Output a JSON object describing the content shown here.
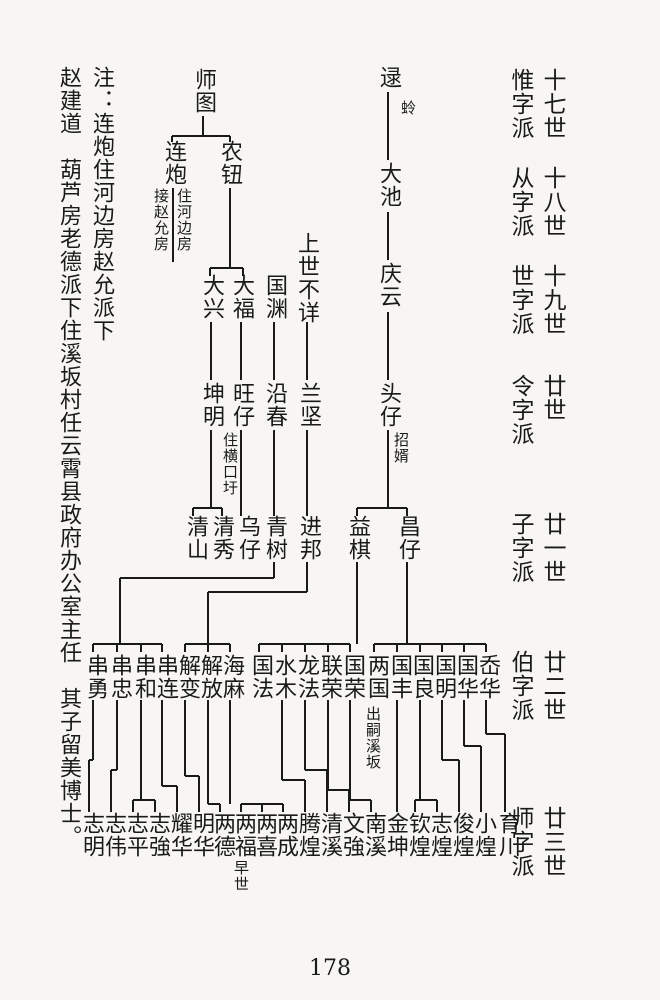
{
  "generations": [
    {
      "id": "g17",
      "gen": "十七世",
      "pai": "惟字派"
    },
    {
      "id": "g18",
      "gen": "十八世",
      "pai": "从字派"
    },
    {
      "id": "g19",
      "gen": "十九世",
      "pai": "世字派"
    },
    {
      "id": "g20",
      "gen": "廿世",
      "pai": "令字派"
    },
    {
      "id": "g21",
      "gen": "廿一世",
      "pai": "子字派"
    },
    {
      "id": "g22",
      "gen": "廿二世",
      "pai": "伯字派"
    },
    {
      "id": "g23",
      "gen": "廿三世",
      "pai": "师字派"
    }
  ],
  "persons": [
    {
      "id": "shitu",
      "text": "师图"
    },
    {
      "id": "lianpao",
      "text": "连炮"
    },
    {
      "id": "nongniu",
      "text": "农钮"
    },
    {
      "id": "lu",
      "text": "逯"
    },
    {
      "id": "dachi",
      "text": "大池"
    },
    {
      "id": "qingyun",
      "text": "庆云"
    },
    {
      "id": "shangshi",
      "text": "上世不详"
    },
    {
      "id": "daxing",
      "text": "大兴"
    },
    {
      "id": "dafu",
      "text": "大福"
    },
    {
      "id": "guoyuan",
      "text": "国渊"
    },
    {
      "id": "kunming",
      "text": "坤明"
    },
    {
      "id": "wangzai",
      "text": "旺仔"
    },
    {
      "id": "yanchun",
      "text": "沿春"
    },
    {
      "id": "lanjian",
      "text": "兰坚"
    },
    {
      "id": "touzai",
      "text": "头仔"
    },
    {
      "id": "qingshan",
      "text": "清山"
    },
    {
      "id": "qingxiu",
      "text": "清秀"
    },
    {
      "id": "wuzai",
      "text": "乌仔"
    },
    {
      "id": "qingshu",
      "text": "青树"
    },
    {
      "id": "jinbang",
      "text": "进邦"
    },
    {
      "id": "yiqi",
      "text": "益棋"
    },
    {
      "id": "changzai",
      "text": "昌仔"
    },
    {
      "id": "chuanyong",
      "text": "串勇"
    },
    {
      "id": "chuanzhong",
      "text": "串忠"
    },
    {
      "id": "chuanhe",
      "text": "串和"
    },
    {
      "id": "chuanlian",
      "text": "串连"
    },
    {
      "id": "jiebian",
      "text": "解变"
    },
    {
      "id": "jiefang",
      "text": "解放"
    },
    {
      "id": "haima",
      "text": "海麻"
    },
    {
      "id": "guofa",
      "text": "国法"
    },
    {
      "id": "shuimu",
      "text": "水木"
    },
    {
      "id": "longfa",
      "text": "龙法"
    },
    {
      "id": "lianrong",
      "text": "联荣"
    },
    {
      "id": "guorong",
      "text": "国荣"
    },
    {
      "id": "liangguo",
      "text": "两国"
    },
    {
      "id": "guofeng",
      "text": "国丰"
    },
    {
      "id": "guoliang",
      "text": "国良"
    },
    {
      "id": "guoming",
      "text": "国明"
    },
    {
      "id": "guohua",
      "text": "国华"
    },
    {
      "id": "taihua",
      "text": "岙华"
    },
    {
      "id": "zhiming",
      "text": "志明"
    },
    {
      "id": "zhiwei",
      "text": "志伟"
    },
    {
      "id": "zhiping",
      "text": "志平"
    },
    {
      "id": "zhiqiang",
      "text": "志強"
    },
    {
      "id": "yaohua",
      "text": "耀华"
    },
    {
      "id": "minghua",
      "text": "明华"
    },
    {
      "id": "liangde",
      "text": "两德"
    },
    {
      "id": "liangfu",
      "text": "两福"
    },
    {
      "id": "liangxi",
      "text": "两喜"
    },
    {
      "id": "liangcheng",
      "text": "两成"
    },
    {
      "id": "tenghuang",
      "text": "腾煌"
    },
    {
      "id": "qingxi",
      "text": "清溪"
    },
    {
      "id": "wenqiang",
      "text": "文強"
    },
    {
      "id": "nanxi",
      "text": "南溪"
    },
    {
      "id": "jinkun",
      "text": "金坤"
    },
    {
      "id": "qinhuang",
      "text": "钦煌"
    },
    {
      "id": "zhihuang",
      "text": "志煌"
    },
    {
      "id": "junhuang",
      "text": "俊煌"
    },
    {
      "id": "xiaohuang",
      "text": "小煌"
    },
    {
      "id": "yuchuan",
      "text": "育川"
    }
  ],
  "annotations": [
    {
      "id": "ling",
      "text": "蛉"
    },
    {
      "id": "jiezhaoyunfang",
      "text": "接赵允房"
    },
    {
      "id": "zhuhebianfang",
      "text": "住河边房"
    },
    {
      "id": "zhuhengkouyu",
      "text": "住横口圩"
    },
    {
      "id": "zhaoxu",
      "text": "招婿"
    },
    {
      "id": "chusixiban",
      "text": "出嗣溪坂"
    },
    {
      "id": "zaoshi",
      "text": "早世"
    }
  ],
  "notes": {
    "note1": "注：连炮住河边房赵允派下",
    "note2": "赵建道　葫芦房老德派下住溪坂村任云霄县政府办公室主任　其子留美博士。"
  },
  "page_number": "178"
}
